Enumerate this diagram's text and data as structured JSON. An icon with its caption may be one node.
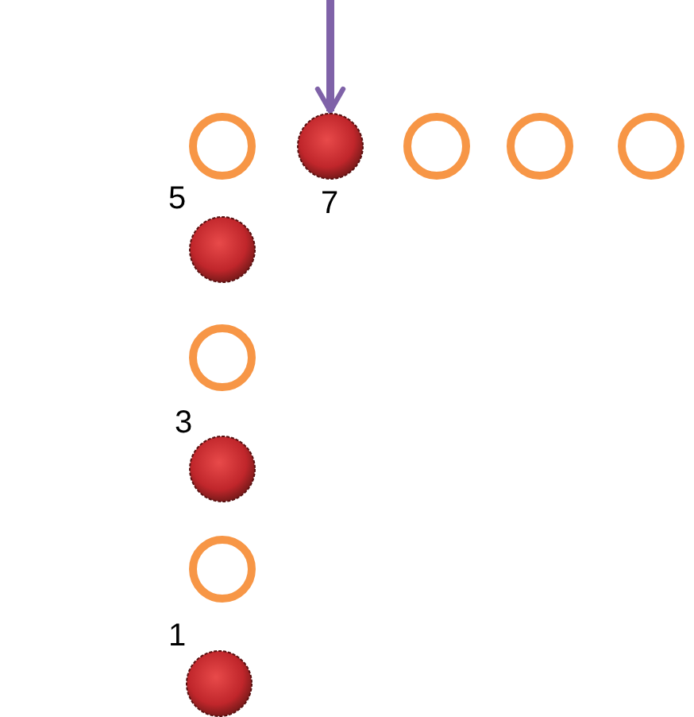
{
  "diagram": {
    "nodes": [
      {
        "text": [],
        "shape": "ring"
      },
      {
        "text": [],
        "shape": "ball",
        "beside": [
          "7"
        ]
      },
      {
        "text": [],
        "shape": "ring"
      },
      {
        "text": [],
        "shape": "ring"
      },
      {
        "text": [],
        "shape": "ring"
      },
      {
        "text": [],
        "shape": "ball",
        "beside": [
          "5"
        ]
      },
      {
        "text": [],
        "shape": "ring"
      },
      {
        "text": [],
        "shape": "ball",
        "beside": [
          "3"
        ]
      },
      {
        "text": [],
        "shape": "ring"
      },
      {
        "text": [],
        "shape": "ball",
        "beside": [
          "1"
        ]
      }
    ],
    "edges": [
      {
        "from": null,
        "to": 1,
        "arrow": "to",
        "color": "#7f62a8"
      }
    ]
  }
}
